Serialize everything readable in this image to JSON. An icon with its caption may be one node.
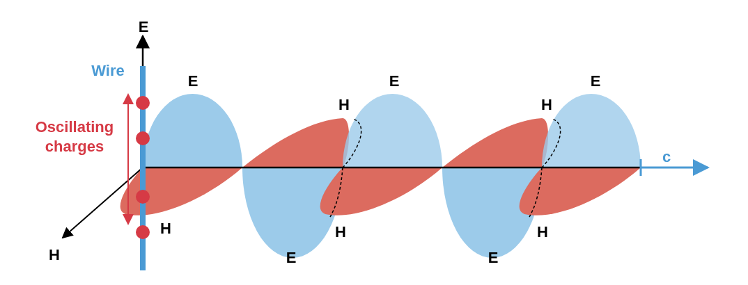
{
  "diagram": {
    "labels": [
      "E",
      "Wire",
      "E",
      "E",
      "E",
      "H",
      "H",
      "Oscillating charges",
      "c",
      "H",
      "H",
      "H",
      "H",
      "E",
      "E"
    ]
  }
}
